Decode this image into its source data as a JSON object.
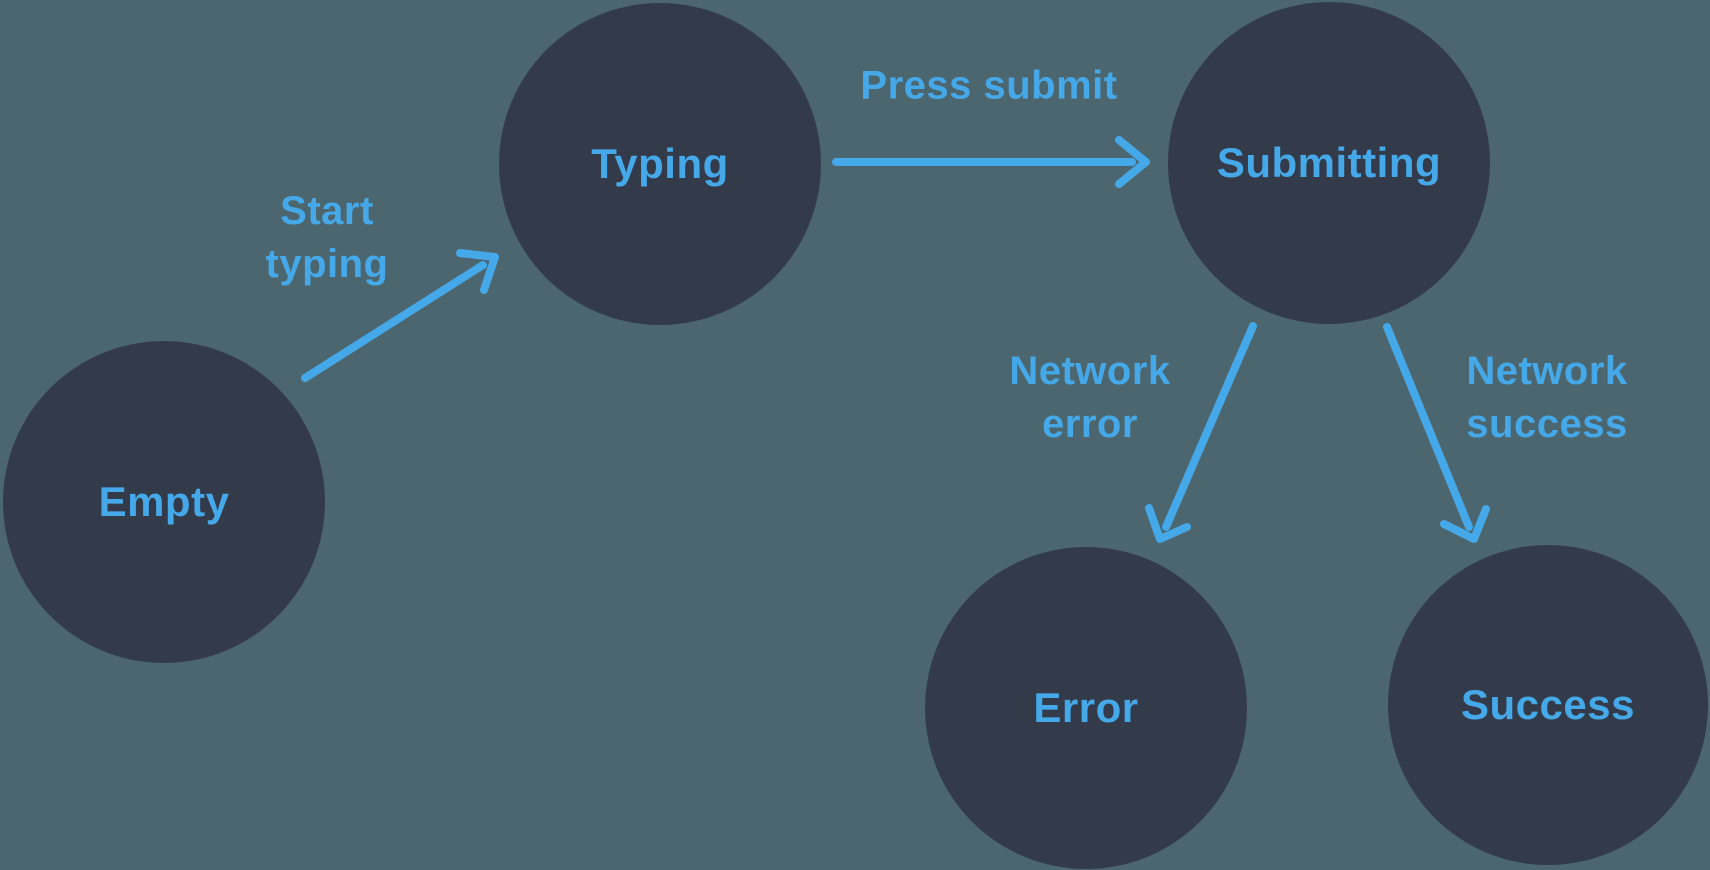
{
  "diagram": {
    "kind": "state-machine",
    "colors": {
      "background": "#4c6670",
      "node_fill": "#333b4a",
      "accent": "#45a8e8"
    },
    "states": [
      {
        "id": "empty",
        "label": "Empty"
      },
      {
        "id": "typing",
        "label": "Typing"
      },
      {
        "id": "submitting",
        "label": "Submitting"
      },
      {
        "id": "error",
        "label": "Error"
      },
      {
        "id": "success",
        "label": "Success"
      }
    ],
    "transitions": [
      {
        "id": "start-typing",
        "from": "Empty",
        "to": "Typing",
        "label_lines": [
          "Start",
          "typing"
        ]
      },
      {
        "id": "press-submit",
        "from": "Typing",
        "to": "Submitting",
        "label_lines": [
          "Press submit"
        ]
      },
      {
        "id": "network-error",
        "from": "Submitting",
        "to": "Error",
        "label_lines": [
          "Network",
          "error"
        ]
      },
      {
        "id": "network-success",
        "from": "Submitting",
        "to": "Success",
        "label_lines": [
          "Network",
          "success"
        ]
      }
    ]
  }
}
